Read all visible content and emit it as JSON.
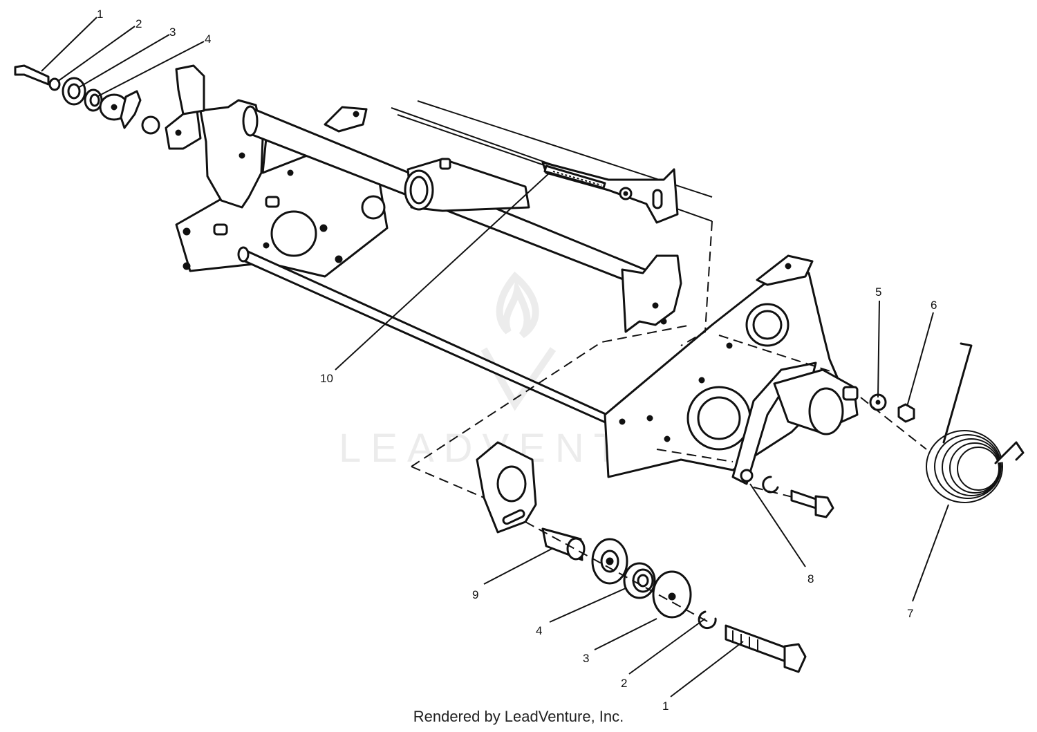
{
  "watermark": {
    "text": "LEADVENTURE"
  },
  "credit": "Rendered by LeadVenture, Inc.",
  "callouts": {
    "bolt_top": "1",
    "lockwasher_top": "2",
    "washer_top": "3",
    "bearing_top": "4",
    "washer_right": "5",
    "nut_right": "6",
    "spring": "7",
    "lever_plate": "8",
    "spacer": "9",
    "spring_pin": "10",
    "bearing_bottom": "4",
    "washer_bottom": "3",
    "lockwasher_bottom": "2",
    "bolt_bottom": "1"
  },
  "colors": {
    "line": "#111111",
    "watermark": "#ececec",
    "background": "#ffffff"
  }
}
